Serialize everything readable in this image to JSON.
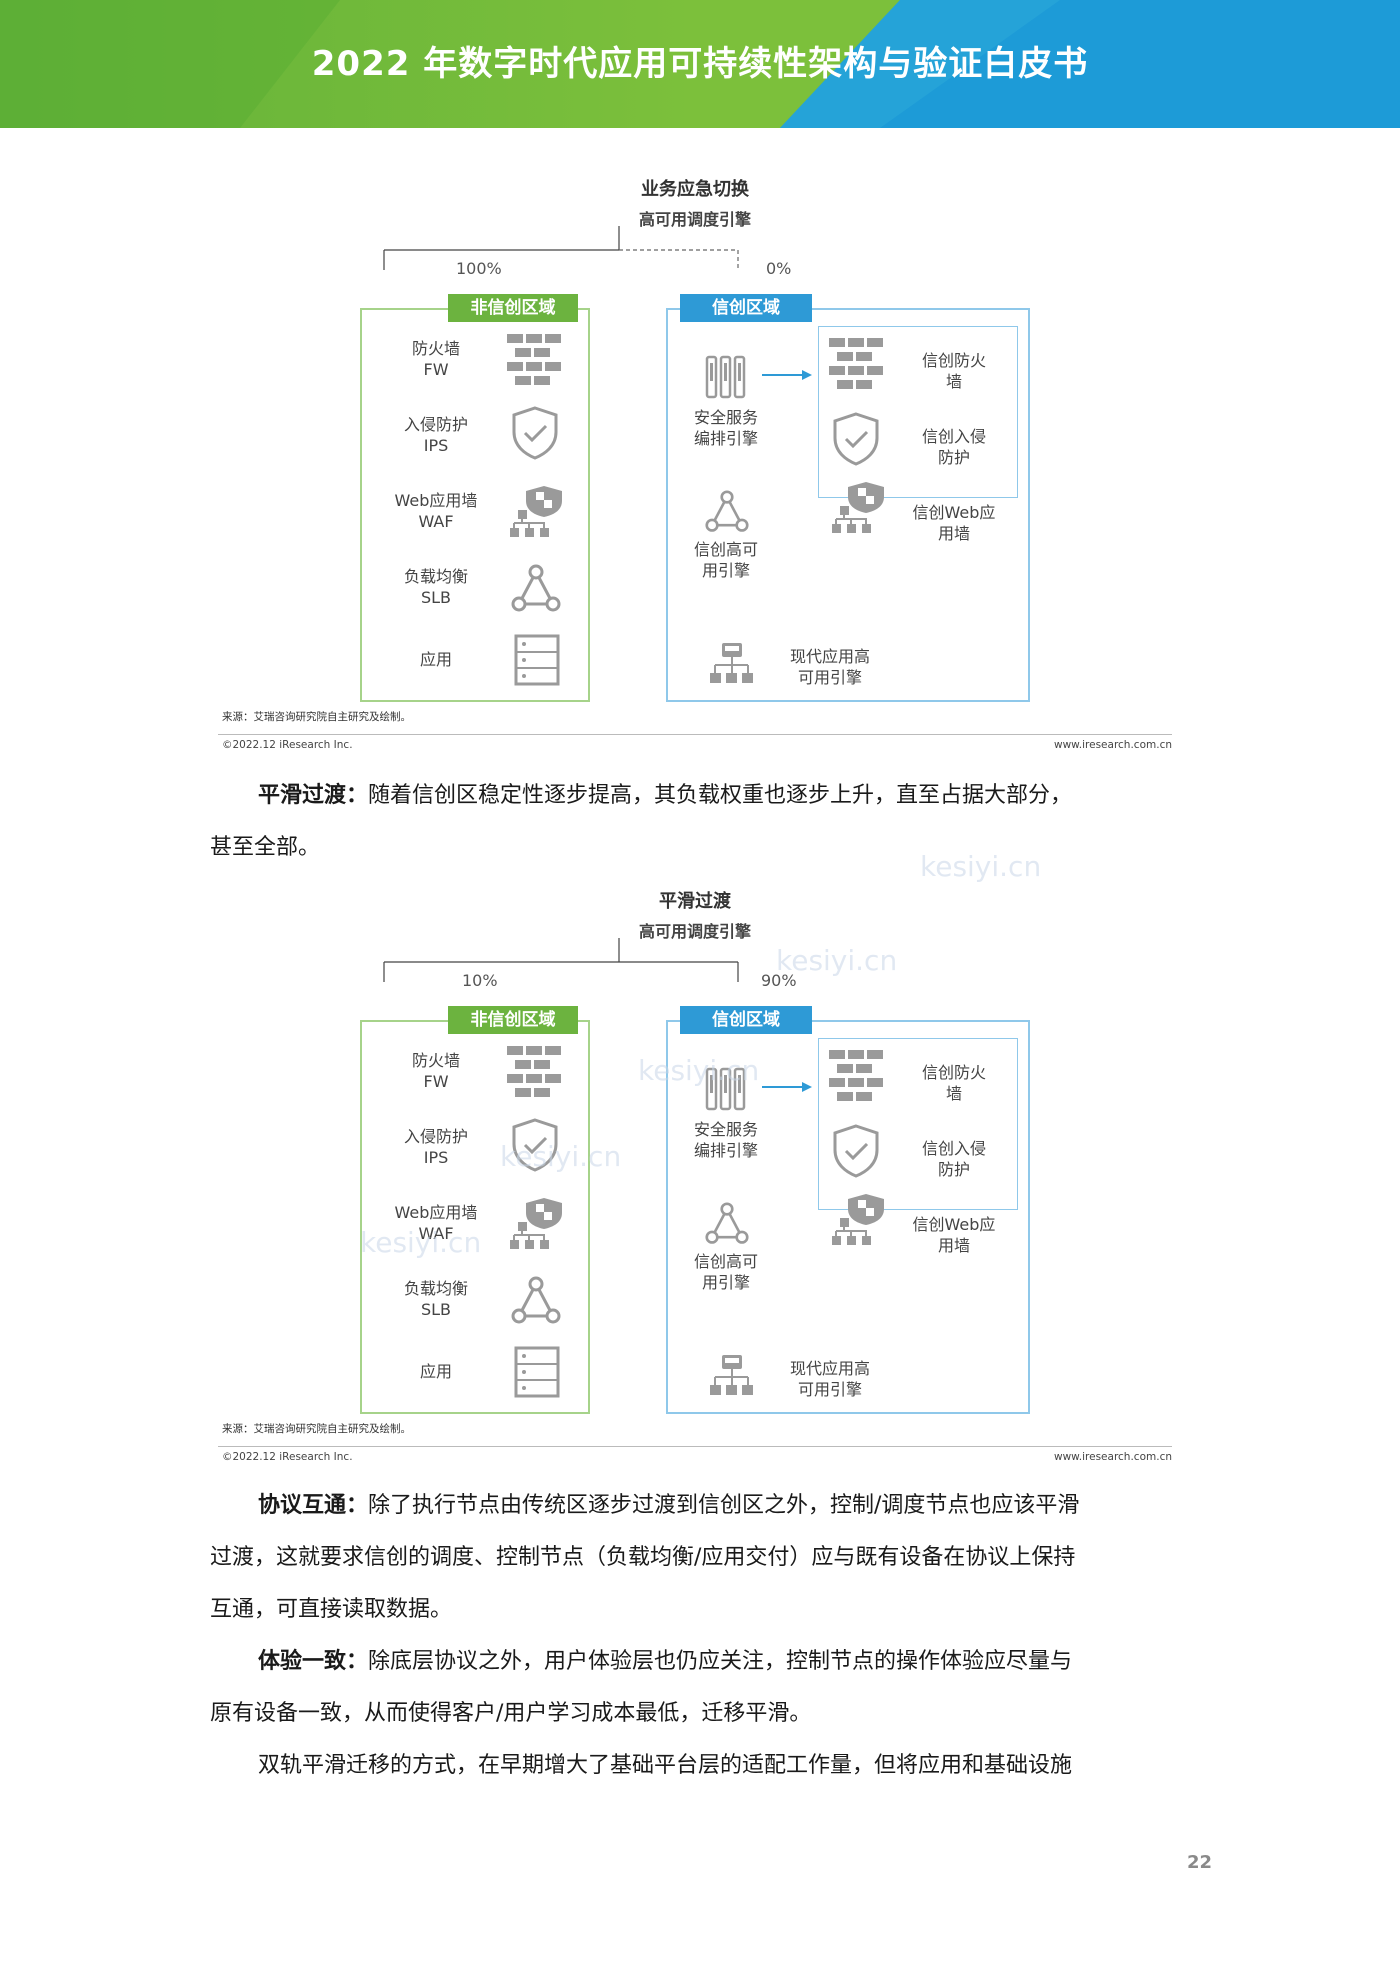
{
  "header": {
    "title": "2022 年数字时代应用可持续性架构与验证白皮书"
  },
  "figure1": {
    "title": "业务应急切换",
    "engine": "高可用调度引擎",
    "left_pct": "100%",
    "right_pct": "0%",
    "left_zone": "非信创区域",
    "right_zone": "信创区域",
    "left_items": [
      "防火墙\nFW",
      "入侵防护\nIPS",
      "Web应用墙\nWAF",
      "负载均衡\nSLB",
      "应用"
    ],
    "security_engine": "安全服务\n编排引擎",
    "xc_ha_engine": "信创高可\n用引擎",
    "modern_ha": "现代应用高\n可用引擎",
    "xc_items": [
      "信创防火\n墙",
      "信创入侵\n防护",
      "信创Web应\n用墙"
    ],
    "source": "来源：艾瑞咨询研究院自主研究及绘制。",
    "copyright": "©2022.12 iResearch Inc.",
    "site": "www.iresearch.com.cn"
  },
  "figure2": {
    "title": "平滑过渡",
    "engine": "高可用调度引擎",
    "left_pct": "10%",
    "right_pct": "90%",
    "left_zone": "非信创区域",
    "right_zone": "信创区域",
    "left_items": [
      "防火墙\nFW",
      "入侵防护\nIPS",
      "Web应用墙\nWAF",
      "负载均衡\nSLB",
      "应用"
    ],
    "security_engine": "安全服务\n编排引擎",
    "xc_ha_engine": "信创高可\n用引擎",
    "modern_ha": "现代应用高\n可用引擎",
    "xc_items": [
      "信创防火\n墙",
      "信创入侵\n防护",
      "信创Web应\n用墙"
    ],
    "source": "来源：艾瑞咨询研究院自主研究及绘制。",
    "copyright": "©2022.12 iResearch Inc.",
    "site": "www.iresearch.com.cn"
  },
  "paragraphs": {
    "p1_head": "平滑过渡：",
    "p1_body": "随着信创区稳定性逐步提高，其负载权重也逐步上升，直至占据大部分，",
    "p1_line2": "甚至全部。",
    "p2_head": "协议互通：",
    "p2_body": "除了执行节点由传统区逐步过渡到信创区之外，控制/调度节点也应该平滑",
    "p2_line2": "过渡，这就要求信创的调度、控制节点（负载均衡/应用交付）应与既有设备在协议上保持",
    "p2_line3": "互通，可直接读取数据。",
    "p3_head": "体验一致：",
    "p3_body": "除底层协议之外，用户体验层也仍应关注，控制节点的操作体验应尽量与",
    "p3_line2": "原有设备一致，从而使得客户/用户学习成本最低，迁移平滑。",
    "p4_body": "双轨平滑迁移的方式，在早期增大了基础平台层的适配工作量，但将应用和基础设施"
  },
  "watermark": "kesiyi.cn",
  "page_number": "22",
  "colors": {
    "green": "#6cb33f",
    "blue": "#2e9ad6",
    "zone_green": "#a6d38a",
    "zone_blue": "#8fc8ea",
    "icon": "#9a9a9a"
  }
}
